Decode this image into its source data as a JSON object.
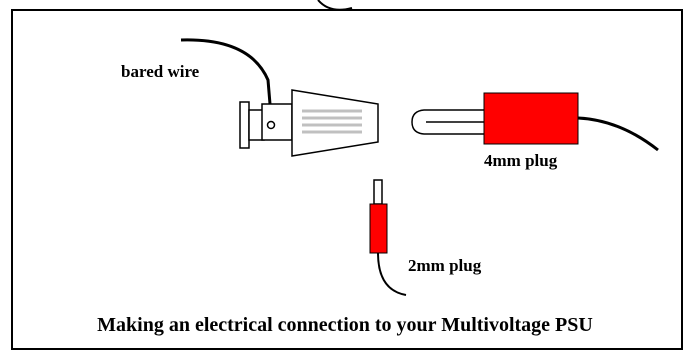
{
  "labels": {
    "bared_wire": "bared wire",
    "plug_4mm": "4mm plug",
    "plug_2mm": "2mm plug"
  },
  "caption": "Making an electrical connection to your Multivoltage PSU",
  "colors": {
    "plug_body": "#ff0000",
    "sleeve_grooves": "#c0c0c0",
    "outline": "#000000"
  }
}
